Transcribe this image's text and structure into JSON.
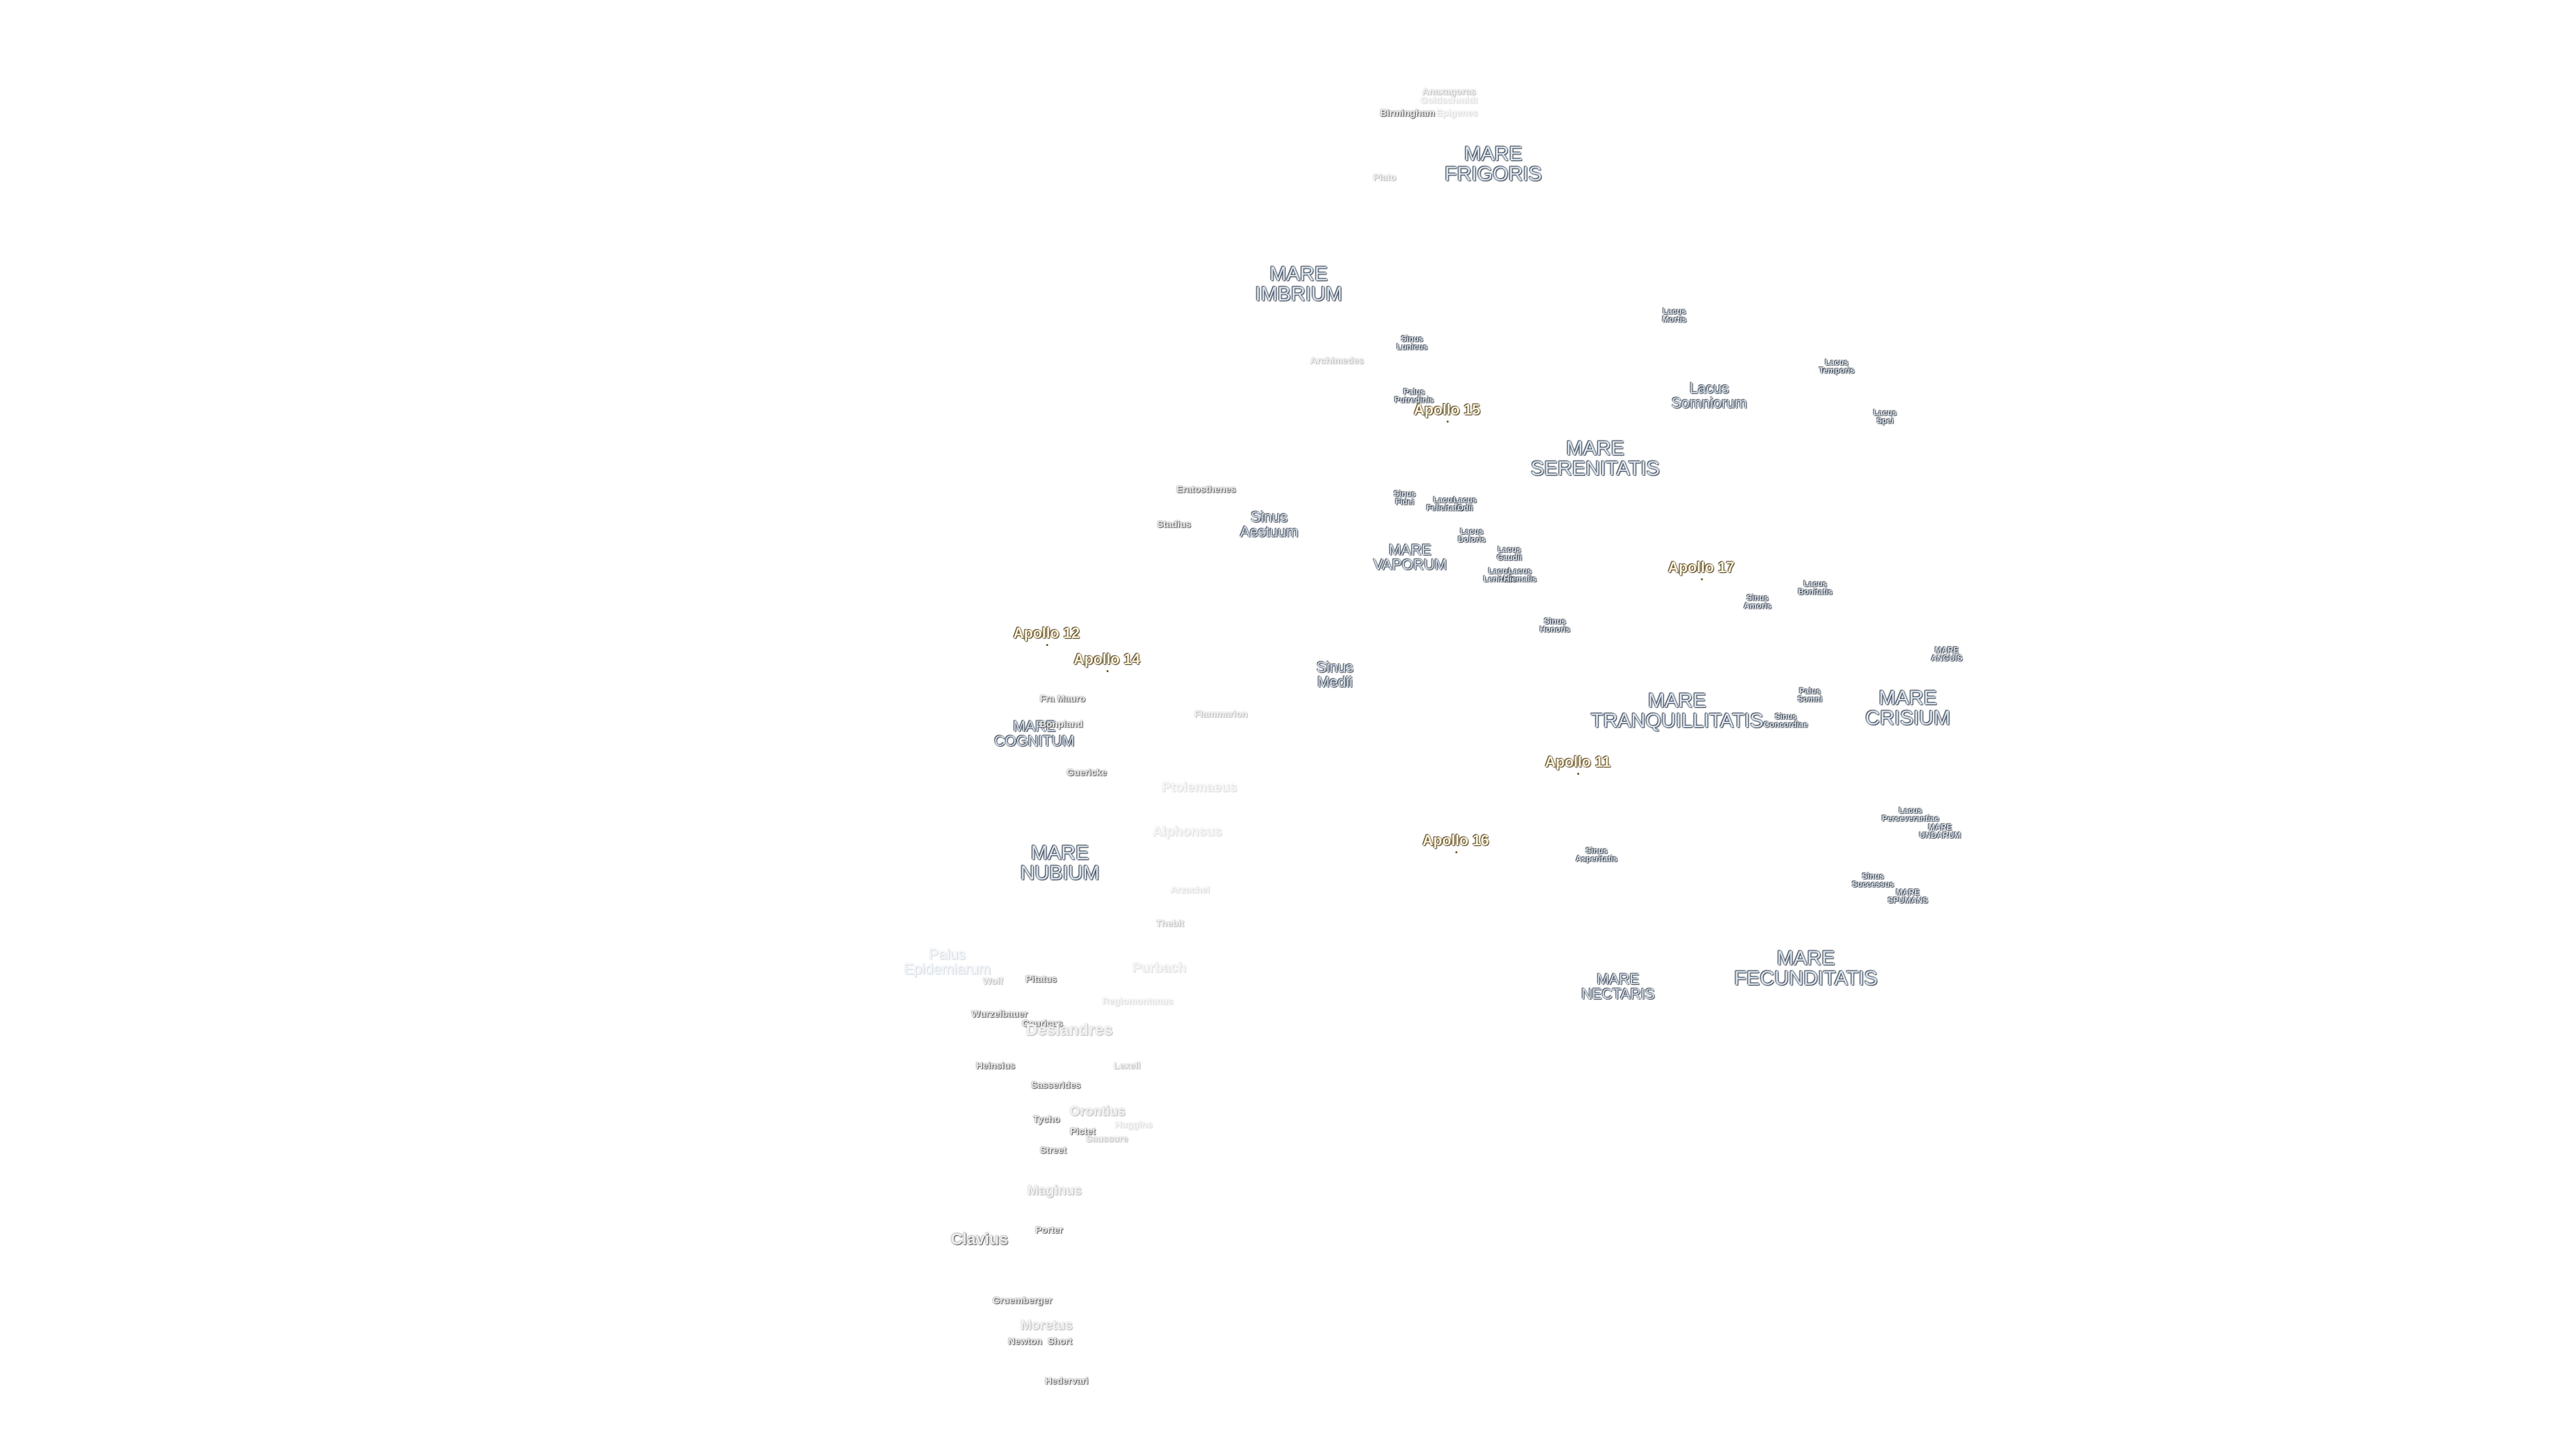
{
  "map": {
    "background": "#ffffff",
    "labels": [
      {
        "id": "anaxagoras",
        "text": "Anaxagoras",
        "cls": "crater faint"
      },
      {
        "id": "goldschmidt",
        "text": "Goldschmidt",
        "cls": "crater vfaint"
      },
      {
        "id": "birmingham",
        "text": "Birmingham",
        "cls": "crater"
      },
      {
        "id": "epigenes",
        "text": "Epigenes",
        "cls": "crater vfaint"
      },
      {
        "id": "mare-frigoris",
        "text": "MARE\nFRIGORIS",
        "cls": "mare"
      },
      {
        "id": "plato",
        "text": "Plato",
        "cls": "crater faint"
      },
      {
        "id": "mare-imbrium",
        "text": "MARE\nIMBRIUM",
        "cls": "mare"
      },
      {
        "id": "lacus-mortis",
        "text": "Lacus\nMortis",
        "cls": "small"
      },
      {
        "id": "sinus-lunicus",
        "text": "Sinus\nLunicus",
        "cls": "small"
      },
      {
        "id": "archimedes",
        "text": "Archimedes",
        "cls": "crater faint"
      },
      {
        "id": "lacus-temporis",
        "text": "Lacus\nTemporis",
        "cls": "small"
      },
      {
        "id": "palus-putredinis",
        "text": "Palus\nPutredinis",
        "cls": "small"
      },
      {
        "id": "apollo-15",
        "text": "Apollo 15",
        "cls": "apollo"
      },
      {
        "id": "lacus-somniorum",
        "text": "Lacus\nSomniorum",
        "cls": "lacus"
      },
      {
        "id": "lacus-spei",
        "text": "Lacus\nSpei",
        "cls": "small"
      },
      {
        "id": "mare-serenitatis",
        "text": "MARE\nSERENITATIS",
        "cls": "mare"
      },
      {
        "id": "eratosthenes",
        "text": "Eratosthenes",
        "cls": "crater"
      },
      {
        "id": "sinus-fidei",
        "text": "Sinus\nFidei",
        "cls": "small"
      },
      {
        "id": "lacus-felicitatis",
        "text": "Lacus\nFelicitatis",
        "cls": "small"
      },
      {
        "id": "lacus-odii",
        "text": "Lacus\nOdii",
        "cls": "small"
      },
      {
        "id": "stadius",
        "text": "Stadius",
        "cls": "crater"
      },
      {
        "id": "sinus-aestuum",
        "text": "Sinus\nAestuum",
        "cls": "lacus"
      },
      {
        "id": "lacus-doloris",
        "text": "Lacus\nDoloris",
        "cls": "small"
      },
      {
        "id": "mare-vaporum",
        "text": "MARE\nVAPORUM",
        "cls": "lacus"
      },
      {
        "id": "lacus-gaudii",
        "text": "Lacus\nGaudii",
        "cls": "small"
      },
      {
        "id": "lacus-lenitatis",
        "text": "Lacus\nLenitatis",
        "cls": "small"
      },
      {
        "id": "lacus-hiemalis",
        "text": "Lacus\nHiemalis",
        "cls": "small"
      },
      {
        "id": "apollo-17",
        "text": "Apollo 17",
        "cls": "apollo"
      },
      {
        "id": "lacus-bonitatis",
        "text": "Lacus\nBonitatis",
        "cls": "small"
      },
      {
        "id": "sinus-amoris",
        "text": "Sinus\nAmoris",
        "cls": "small"
      },
      {
        "id": "sinus-honoris",
        "text": "Sinus\nHonoris",
        "cls": "small"
      },
      {
        "id": "apollo-12",
        "text": "Apollo 12",
        "cls": "apollo"
      },
      {
        "id": "mare-anguis",
        "text": "MARE\nANGUIS",
        "cls": "small"
      },
      {
        "id": "apollo-14",
        "text": "Apollo 14",
        "cls": "apollo"
      },
      {
        "id": "sinus-medii",
        "text": "Sinus\nMedii",
        "cls": "lacus"
      },
      {
        "id": "fra-mauro",
        "text": "Fra Mauro",
        "cls": "crater"
      },
      {
        "id": "palus-somni",
        "text": "Palus\nSomni",
        "cls": "small"
      },
      {
        "id": "mare-tranquillitatis",
        "text": "MARE\nTRANQUILLITATIS",
        "cls": "mare"
      },
      {
        "id": "mare-crisium",
        "text": "MARE\nCRISIUM",
        "cls": "mare"
      },
      {
        "id": "flammarion",
        "text": "Flammarion",
        "cls": "crater faint"
      },
      {
        "id": "mare-cognitum",
        "text": "MARE\nCOGNITUM",
        "cls": "lacus"
      },
      {
        "id": "bonpland",
        "text": "Bonpland",
        "cls": "crater"
      },
      {
        "id": "sinus-concordiae",
        "text": "Sinus\nConcordiae",
        "cls": "small"
      },
      {
        "id": "apollo-11",
        "text": "Apollo 11",
        "cls": "apollo"
      },
      {
        "id": "guericke",
        "text": "Guericke",
        "cls": "crater"
      },
      {
        "id": "ptolemaeus",
        "text": "Ptolemaeus",
        "cls": "crater mid vfaint"
      },
      {
        "id": "lacus-perseverantiae",
        "text": "Lacus\nPerseverantiae",
        "cls": "small"
      },
      {
        "id": "mare-undarum",
        "text": "MARE\nUNDARUM",
        "cls": "small"
      },
      {
        "id": "alphonsus",
        "text": "Alphonsus",
        "cls": "crater mid vfaint"
      },
      {
        "id": "apollo-16",
        "text": "Apollo 16",
        "cls": "apollo"
      },
      {
        "id": "sinus-asperitatis",
        "text": "Sinus\nAsperitatis",
        "cls": "small"
      },
      {
        "id": "mare-nubium",
        "text": "MARE\nNUBIUM",
        "cls": "mare"
      },
      {
        "id": "sinus-successus",
        "text": "Sinus\nSuccessus",
        "cls": "small"
      },
      {
        "id": "mare-spumans",
        "text": "MARE\nSPUMANS",
        "cls": "small"
      },
      {
        "id": "arzachel",
        "text": "Arzachel",
        "cls": "crater vfaint"
      },
      {
        "id": "thebit",
        "text": "Thebit",
        "cls": "crater faint"
      },
      {
        "id": "mare-fecunditatis",
        "text": "MARE\nFECUNDITATIS",
        "cls": "mare"
      },
      {
        "id": "palus-epidemiarum",
        "text": "Palus\nEpidemiarum",
        "cls": "lacus vfaint-lake"
      },
      {
        "id": "purbach",
        "text": "Purbach",
        "cls": "crater mid vfaint"
      },
      {
        "id": "wolf",
        "text": "Wolf",
        "cls": "crater faint"
      },
      {
        "id": "pitatus",
        "text": "Pitatus",
        "cls": "crater"
      },
      {
        "id": "mare-nectaris",
        "text": "MARE\nNECTARIS",
        "cls": "lacus"
      },
      {
        "id": "regiomontanus",
        "text": "Regiomontanus",
        "cls": "crater vfaint"
      },
      {
        "id": "wurzelbauer",
        "text": "Wurzelbauer",
        "cls": "crater"
      },
      {
        "id": "gauricus",
        "text": "Gauricus",
        "cls": "crater"
      },
      {
        "id": "deslandres",
        "text": "Deslandres",
        "cls": "crater big faint"
      },
      {
        "id": "heinsius",
        "text": "Heinsius",
        "cls": "crater"
      },
      {
        "id": "lexell",
        "text": "Lexell",
        "cls": "crater faint"
      },
      {
        "id": "sasserides",
        "text": "Sasserides",
        "cls": "crater"
      },
      {
        "id": "orontius",
        "text": "Orontius",
        "cls": "crater mid faint"
      },
      {
        "id": "tycho",
        "text": "Tycho",
        "cls": "crater"
      },
      {
        "id": "huggins",
        "text": "Huggins",
        "cls": "crater vfaint"
      },
      {
        "id": "pictet",
        "text": "Pictet",
        "cls": "crater"
      },
      {
        "id": "saussure",
        "text": "Saussure",
        "cls": "crater faint"
      },
      {
        "id": "street",
        "text": "Street",
        "cls": "crater"
      },
      {
        "id": "maginus",
        "text": "Maginus",
        "cls": "crater mid faint"
      },
      {
        "id": "porter",
        "text": "Porter",
        "cls": "crater"
      },
      {
        "id": "clavius",
        "text": "Clavius",
        "cls": "crater big"
      },
      {
        "id": "gruemberger",
        "text": "Gruemberger",
        "cls": "crater"
      },
      {
        "id": "moretus",
        "text": "Moretus",
        "cls": "crater mid faint"
      },
      {
        "id": "newton",
        "text": "Newton",
        "cls": "crater"
      },
      {
        "id": "short",
        "text": "Short",
        "cls": "crater"
      },
      {
        "id": "hedervari",
        "text": "Hedervari",
        "cls": "crater"
      }
    ]
  }
}
